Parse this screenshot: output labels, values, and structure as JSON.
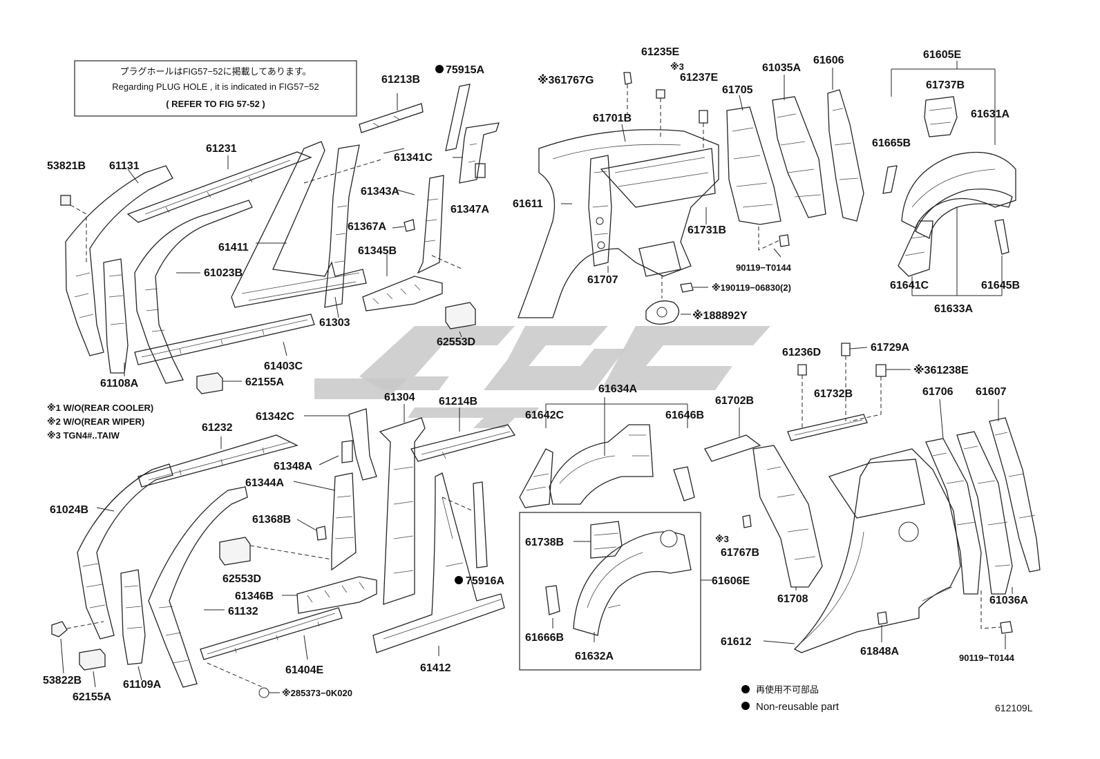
{
  "notice": {
    "line1": "プラグホールはFIG57−52に掲載してあります。",
    "line2": "Regarding PLUG HOLE , it is indicated in FIG57−52",
    "line3": "(    REFER TO FIG 57-52  )"
  },
  "footnotes": [
    "※1 W/O(REAR COOLER)",
    "※2 W/O(REAR WIPER)",
    "※3 TGN4#..TAIW"
  ],
  "legend": {
    "jp": "再使用不可部品",
    "en": "Non-reusable part"
  },
  "figure_id": "612109L",
  "labels": {
    "p53821B": "53821B",
    "p61131": "61131",
    "p61231": "61231",
    "p61411": "61411",
    "p61023B": "61023B",
    "p61108A": "61108A",
    "p62155A_top": "62155A",
    "p61403C": "61403C",
    "p61303": "61303",
    "p61213B": "61213B",
    "p75915A": "75915A",
    "p61341C": "61341C",
    "p61343A": "61343A",
    "p61347A": "61347A",
    "p61367A": "61367A",
    "p61345B": "61345B",
    "p62553D_top": "62553D",
    "p61767G": "※361767G",
    "p61235E": "61235E",
    "p61237E_mark": "※3",
    "p61237E": "61237E",
    "p61701B": "61701B",
    "p61611": "61611",
    "p61705": "61705",
    "p61035A": "61035A",
    "p61606": "61606",
    "p61731B": "61731B",
    "p61707": "61707",
    "p90119T0144_top": "90119−T0144",
    "p90119_06830": "※190119−06830(2)",
    "p88892Y": "※188892Y",
    "p61605E": "61605E",
    "p61737B": "61737B",
    "p61631A": "61631A",
    "p61665B": "61665B",
    "p61641C": "61641C",
    "p61645B": "61645B",
    "p61633A": "61633A",
    "p61232": "61232",
    "p61024B": "61024B",
    "p61342C": "61342C",
    "p61304": "61304",
    "p61214B": "61214B",
    "p61348A": "61348A",
    "p61344A": "61344A",
    "p61368B": "61368B",
    "p62553D_bot": "62553D",
    "p61346B": "61346B",
    "p61132": "61132",
    "p75916A": "75916A",
    "p53822B": "53822B",
    "p62155A_bot": "62155A",
    "p61109A": "61109A",
    "p61404E": "61404E",
    "p61412": "61412",
    "p85373": "※285373−0K020",
    "p61634A": "61634A",
    "p61642C": "61642C",
    "p61646B": "61646B",
    "p61738B": "61738B",
    "p61606E": "61606E",
    "p61666B": "61666B",
    "p61632A": "61632A",
    "p61236D": "61236D",
    "p61729A": "61729A",
    "p61238E": "※361238E",
    "p61732B": "61732B",
    "p61702B": "61702B",
    "p61706": "61706",
    "p61607": "61607",
    "p61767B_mark": "※3",
    "p61767B": "61767B",
    "p61708": "61708",
    "p61612": "61612",
    "p61848A": "61848A",
    "p61036A": "61036A",
    "p90119T0144_bot": "90119−T0144"
  },
  "colors": {
    "line": "#222222",
    "watermark": "#c8c8c8",
    "background": "#ffffff"
  }
}
